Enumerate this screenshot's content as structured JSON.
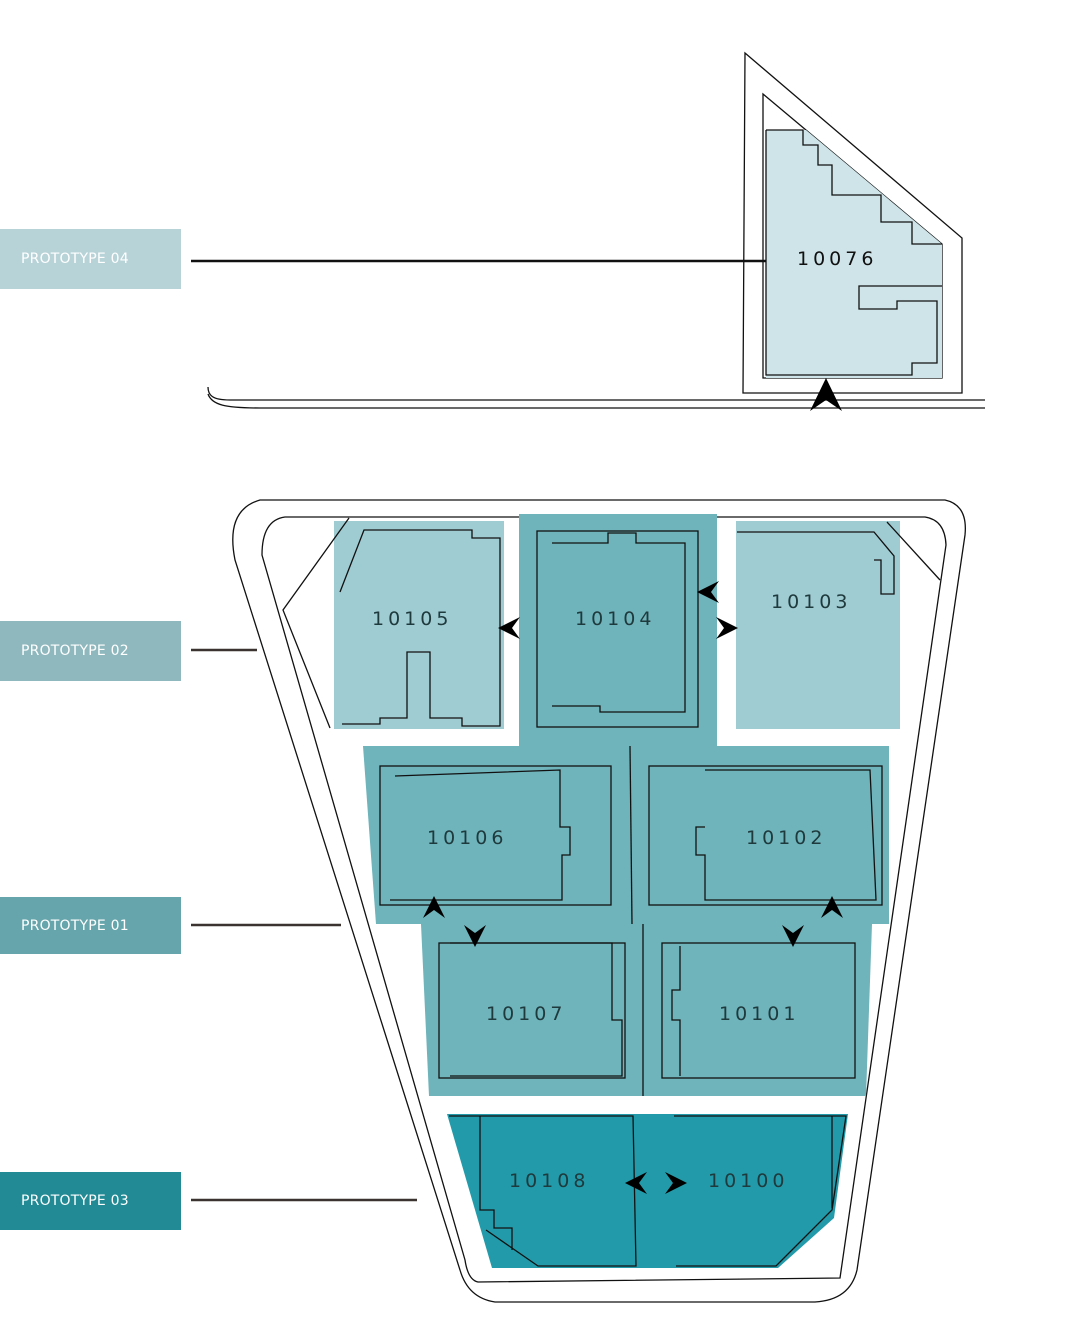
{
  "prototypes": [
    {
      "label": "PROTOTYPE 04",
      "color": "#b8d3d8"
    },
    {
      "label": "PROTOTYPE 02",
      "color": "#8fb8be"
    },
    {
      "label": "PROTOTYPE 01",
      "color": "#66a5ab"
    },
    {
      "label": "PROTOTYPE 03",
      "color": "#228a94"
    }
  ],
  "units": {
    "u10076": "10076",
    "u10105": "10105",
    "u10104": "10104",
    "u10103": "10103",
    "u10106": "10106",
    "u10102": "10102",
    "u10107": "10107",
    "u10101": "10101",
    "u10108": "10108",
    "u10100": "10100"
  },
  "fills": {
    "p04": "#cfe4e8",
    "p02": "#9fcbd2",
    "p01": "#6fb3bb",
    "p03": "#239aa9"
  }
}
